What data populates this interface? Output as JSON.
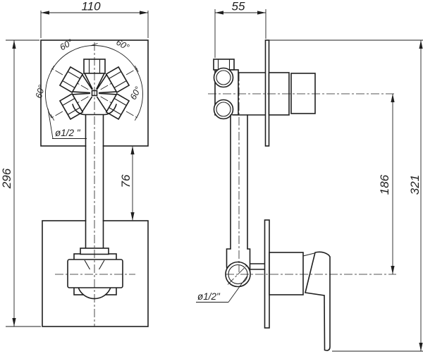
{
  "colors": {
    "background": "#ffffff",
    "line": "#1f1f1f"
  },
  "front_view": {
    "dim_width": "110",
    "dim_height": "296",
    "dim_gap": "76",
    "angle_top_left": "60°",
    "angle_top_right": "60°",
    "angle_left": "60°",
    "angle_right": "60°",
    "thread_label": "ø1/2 \""
  },
  "side_view": {
    "dim_depth": "55",
    "dim_center_height": "186",
    "dim_total_height": "321",
    "thread_label": "ø1/2\""
  }
}
